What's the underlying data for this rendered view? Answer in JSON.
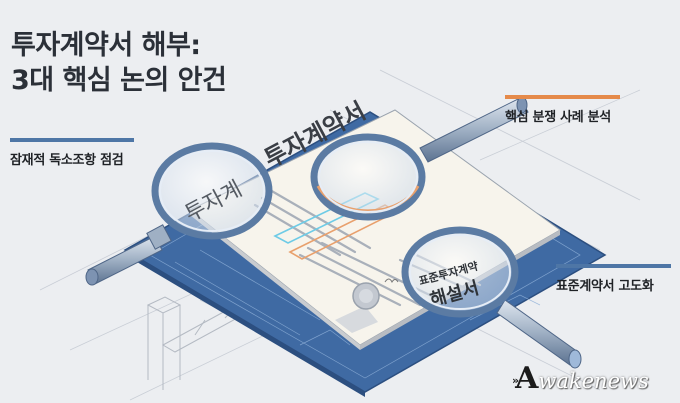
{
  "title": {
    "line1": "투자계약서 해부:",
    "line2": "3대 핵심 논의 안건"
  },
  "callouts": [
    {
      "label": "잠재적 독소조항 점검",
      "accent": "#4e76a6"
    },
    {
      "label": "핵심 분쟁 사례 분석",
      "accent": "#e58a4a"
    },
    {
      "label": "표준계약서 고도화",
      "accent": "#4e76a6"
    }
  ],
  "illustration": {
    "document_title": "투자계약서",
    "magnifier_left_text": "투자계",
    "magnifier_right_text_line1": "표준투자계약",
    "magnifier_right_text_line2": "해설서"
  },
  "logo": {
    "mark": "A",
    "chevrons": "»",
    "text": "wakenews"
  },
  "colors": {
    "background": "#eceef1",
    "blueprint": "#3f6aa3",
    "paper": "#f7f4ec",
    "accent_blue": "#4e76a6",
    "accent_orange": "#e58a4a",
    "title_text": "#2b3038"
  }
}
